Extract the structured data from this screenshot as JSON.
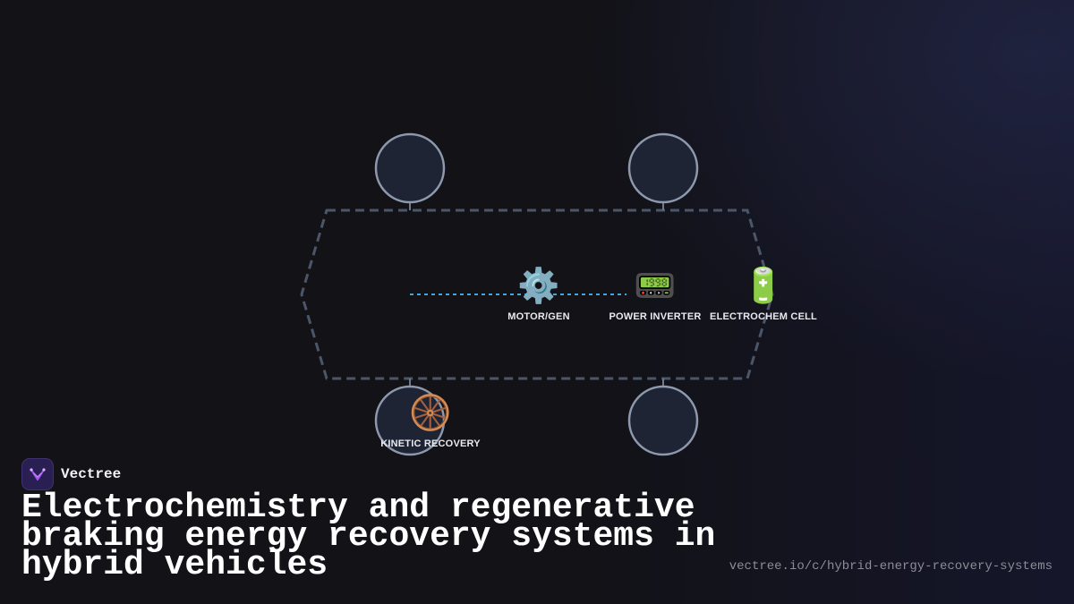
{
  "diagram": {
    "nodes": [
      {
        "id": "top-left",
        "label": ""
      },
      {
        "id": "top-right",
        "label": ""
      },
      {
        "id": "bottom-left",
        "label": ""
      },
      {
        "id": "bottom-right",
        "label": ""
      }
    ],
    "components": {
      "motor": {
        "icon": "⚙️",
        "icon_name": "gear-icon",
        "label": "MOTOR/GEN"
      },
      "inverter": {
        "icon": "📟",
        "icon_name": "pager-icon",
        "label": "POWER INVERTER"
      },
      "cell": {
        "icon": "🔋",
        "icon_name": "battery-icon",
        "label": "ELECTROCHEM CELL"
      },
      "kinetic": {
        "icon": "🛞",
        "icon_name": "wheel-icon",
        "label": "KINETIC RECOVERY"
      }
    },
    "colors": {
      "node_fill": "#1e2433",
      "node_stroke": "#8e99ad",
      "hex_stroke": "#4b5669",
      "flow_line": "#4aa3d8"
    }
  },
  "brand": {
    "name": "Vectree",
    "logo_color": "#a855f7"
  },
  "title": "Electrochemistry and regenerative braking energy recovery systems in hybrid vehicles",
  "url": "vectree.io/c/hybrid-energy-recovery-systems"
}
